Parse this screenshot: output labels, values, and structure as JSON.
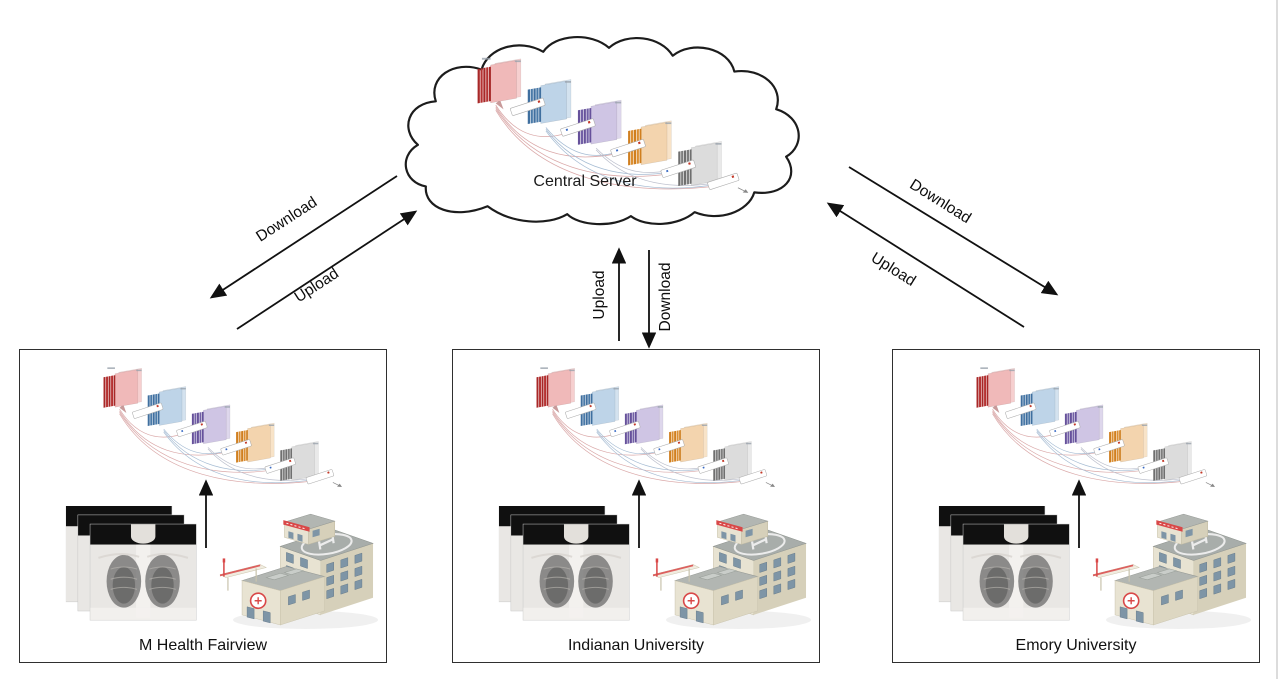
{
  "cloud": {
    "label": "Central Server"
  },
  "links": {
    "left": {
      "download": "Download",
      "upload": "Upload"
    },
    "middle": {
      "upload": "Upload",
      "download": "Download"
    },
    "right": {
      "download": "Download",
      "upload": "Upload"
    }
  },
  "sites": [
    {
      "name": "M Health Fairview"
    },
    {
      "name": "Indianan University"
    },
    {
      "name": "Emory University"
    }
  ],
  "icons": {
    "cloud": "cloud-outline-icon",
    "network": "neural-network-icon",
    "xray": "chest-xray-stack-icon",
    "hospital": "hospital-building-icon",
    "transfer": "double-transfer-arrows"
  },
  "colors": {
    "arrow": "#111111",
    "box_border": "#2f2f2f",
    "cloud_outline": "#1c1c1c",
    "network_blocks": [
      "#a82828",
      "#4a7aa8",
      "#6f5a9e",
      "#d98a2b",
      "#7d7d7d"
    ],
    "hospital_sign_red": "#d94848",
    "window_blue": "#7e95a6"
  }
}
